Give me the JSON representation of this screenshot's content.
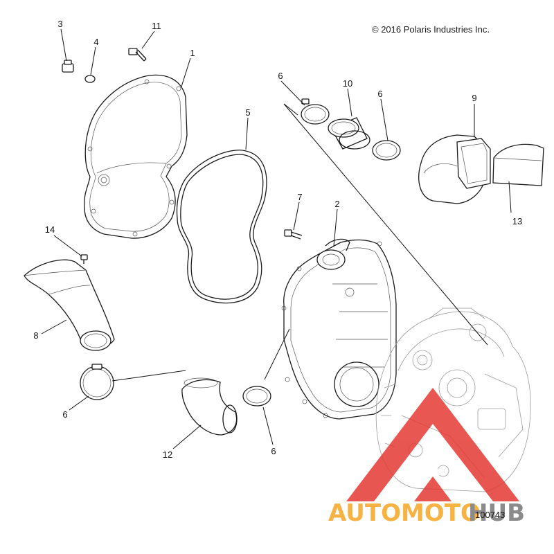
{
  "copyright": "© 2016 Polaris Industries Inc.",
  "figure_number": "100743",
  "watermark": {
    "part1": "AUTOMOTO",
    "part2": "HUB",
    "colors": {
      "triangle": "#e53935",
      "auto": "#f5a623",
      "hub": "#777777"
    }
  },
  "callouts": [
    "1",
    "2",
    "3",
    "4",
    "5",
    "6",
    "6",
    "6",
    "6",
    "7",
    "8",
    "9",
    "10",
    "11",
    "12",
    "13",
    "14"
  ]
}
